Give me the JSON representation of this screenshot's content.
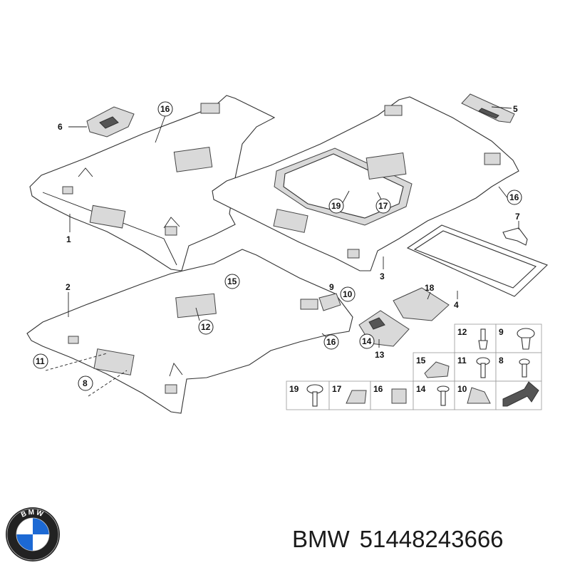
{
  "callouts": {
    "c1": "1",
    "c2": "2",
    "c3": "3",
    "c4": "4",
    "c5": "5",
    "c6": "6",
    "c7": "7",
    "c8": "8",
    "c9": "9",
    "c10": "10",
    "c11": "11",
    "c12": "12",
    "c13": "13",
    "c14": "14",
    "c15": "15",
    "c16a": "16",
    "c16b": "16",
    "c16c": "16",
    "c17": "17",
    "c18": "18",
    "c19": "19"
  },
  "table": {
    "t12": "12",
    "t9": "9",
    "t11": "11",
    "t8": "8",
    "t15": "15",
    "t19": "19",
    "t17": "17",
    "t16": "16",
    "t14": "14",
    "t10": "10"
  },
  "footer": {
    "brand": "BMW",
    "part_number": "51448243666"
  },
  "logo": {
    "letters": "BMW",
    "colors": {
      "blue": "#1c69d4",
      "ring": "#222222"
    }
  }
}
